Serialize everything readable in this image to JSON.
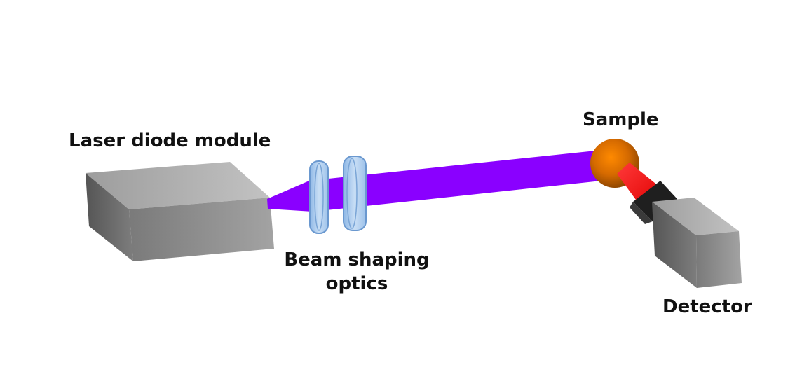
{
  "labels": {
    "laser": "Laser diode module",
    "optics_line1": "Beam shaping",
    "optics_line2": "optics",
    "sample": "Sample",
    "detector": "Detector"
  },
  "colors": {
    "beam": "#8a00ff",
    "scatter_beam": "#ff0000",
    "sample": "#cc6600",
    "lens": "#a9cbee",
    "lens_edge": "#5d8fc8",
    "box_top": "#aeaeae",
    "box_front": "#8c8c8c",
    "box_side": "#6a6a6a",
    "collar": "#222222"
  }
}
